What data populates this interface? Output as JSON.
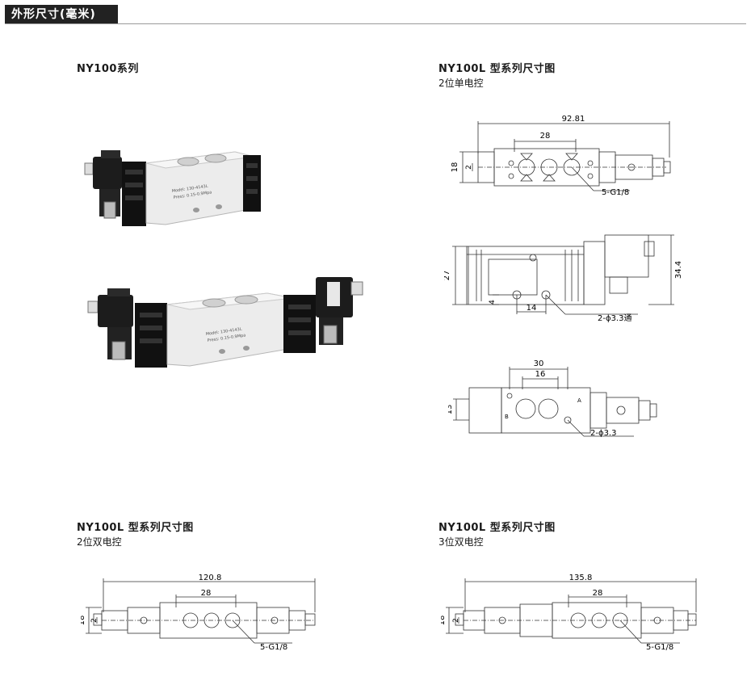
{
  "header": {
    "title": "外形尺寸(毫米)"
  },
  "sections": {
    "photo": {
      "title": "NY100系列"
    },
    "single": {
      "title": "NY100L 型系列尺寸图",
      "subtitle": "2位单电控"
    },
    "double2": {
      "title": "NY100L 型系列尺寸图",
      "subtitle": "2位双电控"
    },
    "double3": {
      "title": "NY100L 型系列尺寸图",
      "subtitle": "3位双电控"
    }
  },
  "dims": {
    "single_top": {
      "overall": "92.81",
      "port_span": "28",
      "height_left": "18",
      "small": "2",
      "port_note": "5-G1/8"
    },
    "single_side": {
      "height": "27",
      "height_right": "34.4",
      "offset": "4",
      "span": "14",
      "hole_note": "2-ϕ3.3通"
    },
    "single_bottom": {
      "outer": "30",
      "inner": "16",
      "height": "13",
      "hole_note": "2-ϕ3.3",
      "label_a": "A",
      "label_b": "B"
    },
    "double2_top": {
      "overall": "120.8",
      "port_span": "28",
      "height_left": "18",
      "small": "2",
      "port_note": "5-G1/8"
    },
    "double3_top": {
      "overall": "135.8",
      "port_span": "28",
      "height_left": "18",
      "small": "2",
      "port_note": "5-G1/8"
    }
  },
  "photo_labels": {
    "valve1": "Model: 130-4143L",
    "valve1b": "Press: 0.15-0.9Mpa",
    "valve2": "Model: 130-4143L",
    "valve2b": "Press: 0.15-0.9Mpa"
  }
}
